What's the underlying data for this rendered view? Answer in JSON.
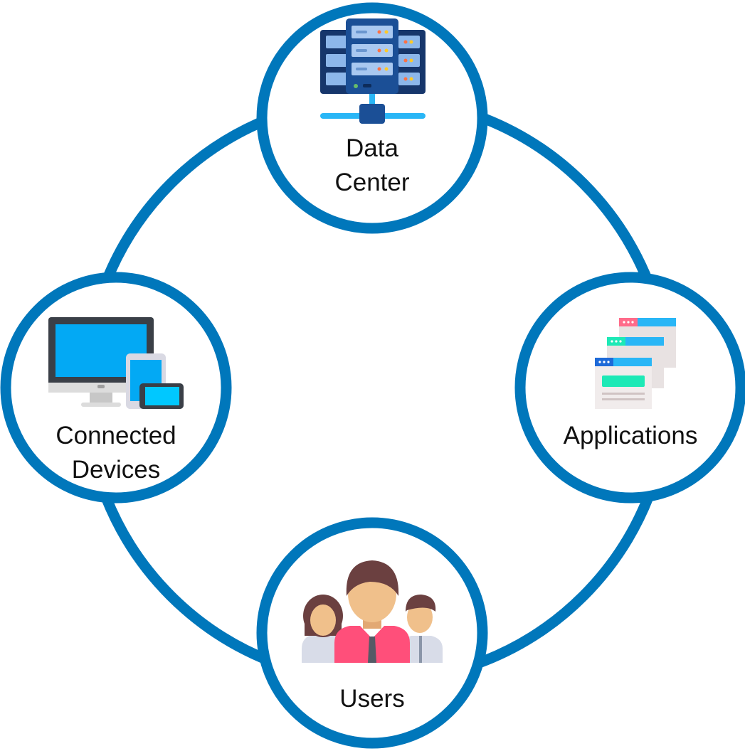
{
  "diagram": {
    "ring_color": "#0077bb",
    "nodes": {
      "data_center": {
        "label_line1": "Data",
        "label_line2": "Center",
        "icon": "server-rack-icon"
      },
      "connected_devices": {
        "label_line1": "Connected",
        "label_line2": "Devices",
        "icon": "devices-icon"
      },
      "applications": {
        "label": "Applications",
        "icon": "app-windows-icon"
      },
      "users": {
        "label": "Users",
        "icon": "users-group-icon"
      }
    }
  }
}
